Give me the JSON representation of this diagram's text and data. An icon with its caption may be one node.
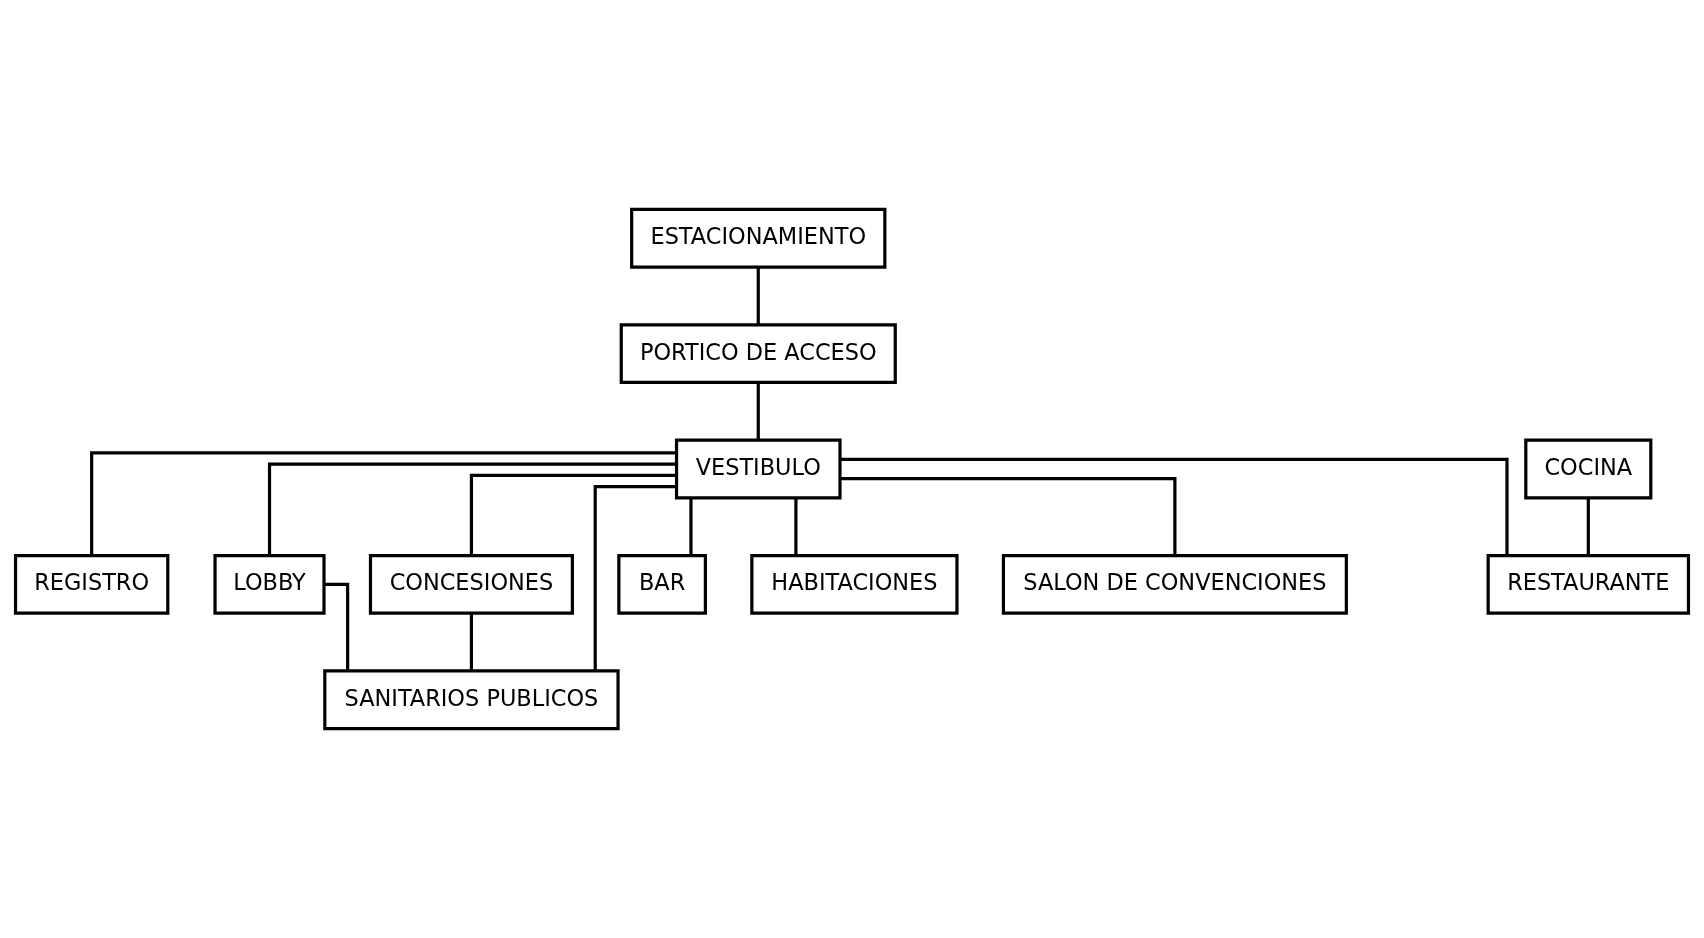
{
  "diagram": {
    "nodes": [
      {
        "text": [
          "ESTACIONAMIENTO"
        ]
      },
      {
        "text": [
          "PORTICO DE ACCESO"
        ]
      },
      {
        "text": [
          "REGISTRO"
        ]
      },
      {
        "text": [
          "VESTIBULO"
        ]
      },
      {
        "text": [
          "LOBBY"
        ]
      },
      {
        "text": [
          "CONCESIONES"
        ]
      },
      {
        "text": [
          "BAR"
        ]
      },
      {
        "text": [
          "HABITACIONES"
        ]
      },
      {
        "text": [
          "COCINA"
        ]
      },
      {
        "text": [
          "RESTAURANTE"
        ]
      },
      {
        "text": [
          "SALON DE CONVENCIONES"
        ]
      },
      {
        "text": [
          "SANITARIOS PUBLICOS"
        ]
      }
    ],
    "edges": [
      {
        "from": 0,
        "to": 1,
        "arrow": "none"
      },
      {
        "from": 1,
        "to": 3,
        "arrow": "none"
      },
      {
        "from": 3,
        "to": 2,
        "arrow": "none"
      },
      {
        "from": 3,
        "to": 4,
        "arrow": "none"
      },
      {
        "from": 3,
        "to": 5,
        "arrow": "none"
      },
      {
        "from": 3,
        "to": 7,
        "arrow": "none"
      },
      {
        "from": 3,
        "to": 6,
        "arrow": "none"
      },
      {
        "from": 3,
        "to": 9,
        "arrow": "none"
      },
      {
        "from": 3,
        "to": 10,
        "arrow": "none"
      },
      {
        "from": 3,
        "to": 11,
        "arrow": "none"
      },
      {
        "from": 8,
        "to": 9,
        "arrow": "none"
      },
      {
        "from": 4,
        "to": 11,
        "arrow": "none"
      },
      {
        "from": 5,
        "to": 11,
        "arrow": "none"
      }
    ]
  }
}
